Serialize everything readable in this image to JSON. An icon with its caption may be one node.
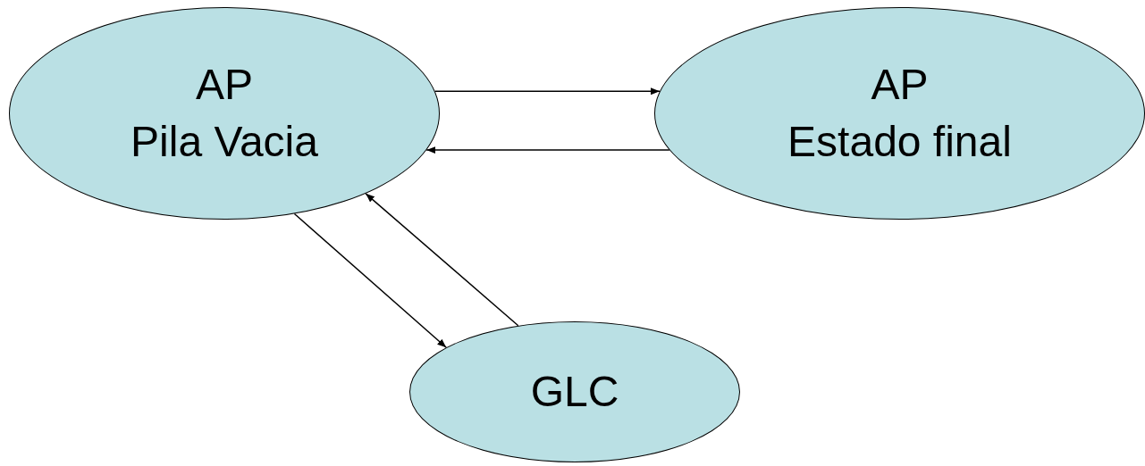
{
  "diagram": {
    "nodes": [
      {
        "text": [
          "AP",
          "Pila Vacia"
        ]
      },
      {
        "text": [
          "AP",
          "Estado final"
        ]
      },
      {
        "text": [
          "GLC"
        ]
      }
    ],
    "edges": [
      {
        "from": 0,
        "to": 1,
        "arrow": "to"
      },
      {
        "from": 1,
        "to": 0,
        "arrow": "to"
      },
      {
        "from": 0,
        "to": 2,
        "arrow": "to"
      },
      {
        "from": 2,
        "to": 0,
        "arrow": "to"
      }
    ]
  }
}
